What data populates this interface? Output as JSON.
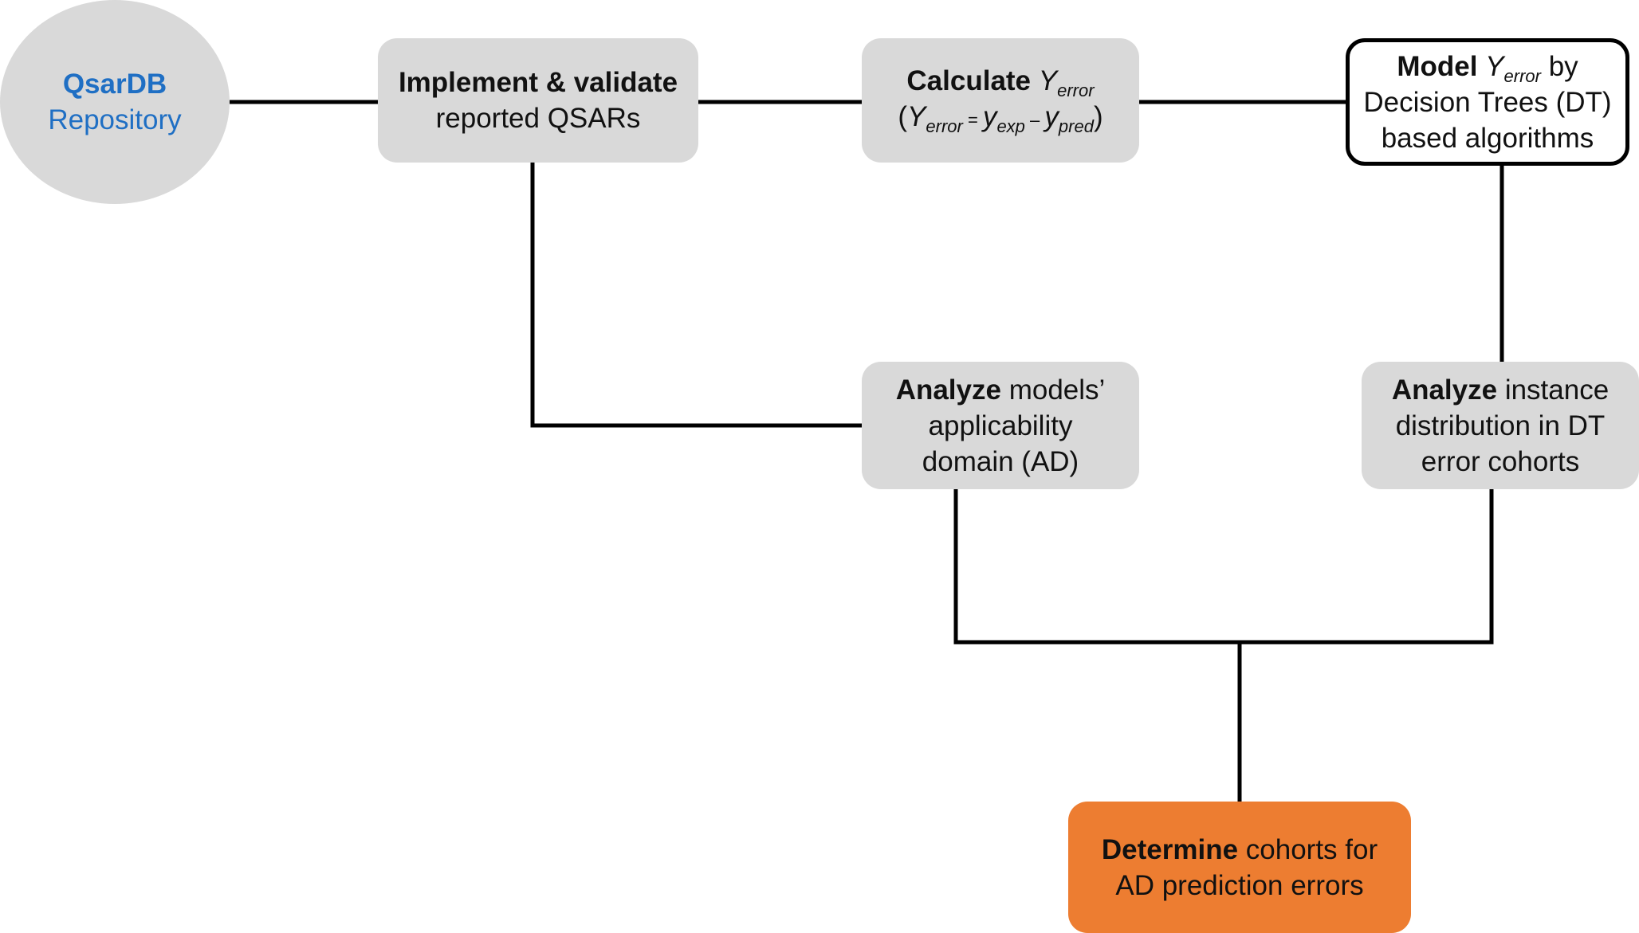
{
  "nodes": {
    "repository": {
      "line1": "QsarDB",
      "line2": "Repository"
    },
    "implement": {
      "bold": "Implement & validate",
      "rest": "reported QSARs"
    },
    "calculate": {
      "bold": "Calculate",
      "var": "Y",
      "var_sub": "error",
      "eq_open": "(",
      "eq_Y": "Y",
      "eq_Y_sub": "error",
      "eq_eq": " = ",
      "eq_y1": "y",
      "eq_y1_sub": "exp",
      "eq_minus": " – ",
      "eq_y2": "y",
      "eq_y2_sub": "pred",
      "eq_close": ")"
    },
    "model": {
      "bold": "Model",
      "var": "Y",
      "var_sub": "error",
      "by": " by",
      "line2": "Decision Trees (DT)",
      "line3": "based algorithms"
    },
    "analyze_ad": {
      "bold": "Analyze",
      "rest1": " models’",
      "line2": "applicability",
      "line3": "domain (AD)"
    },
    "analyze_dt": {
      "bold": "Analyze",
      "rest1": " instance",
      "line2": "distribution in DT",
      "line3": "error cohorts"
    },
    "determine": {
      "bold": "Determine",
      "rest1": " cohorts for",
      "line2": "AD prediction errors"
    }
  },
  "colors": {
    "box_fill": "#d9d9d9",
    "accent_blue": "#1f6fc4",
    "accent_orange": "#ed7d31",
    "line": "#000000"
  }
}
